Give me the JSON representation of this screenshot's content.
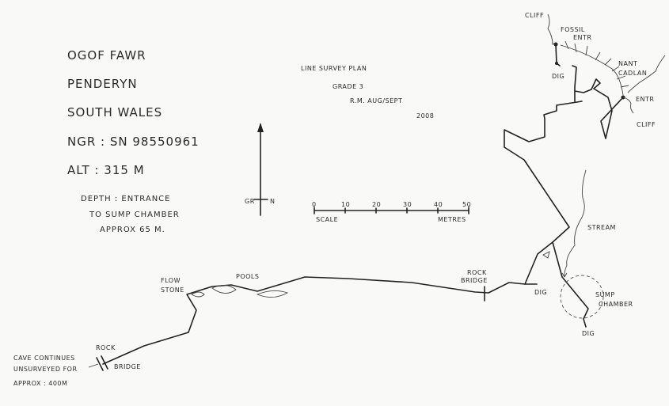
{
  "title_block": {
    "name": "Ogof Fawr",
    "location": "Penderyn",
    "region": "South Wales",
    "ngr": "NGR : SN 98550961",
    "alt": "Alt : 315 m",
    "depth_1": "Depth : Entrance",
    "depth_2": "to Sump Chamber",
    "depth_3": "approx 65 m."
  },
  "survey_info": {
    "line1": "Line Survey Plan",
    "line2": "Grade 3",
    "line3": "R.M. Aug/Sept",
    "line4": "2008"
  },
  "north": {
    "gr": "GR",
    "n": "N"
  },
  "scale": {
    "ticks": [
      "0",
      "10",
      "20",
      "30",
      "40",
      "50"
    ],
    "left_label": "Scale",
    "right_label": "Metres"
  },
  "labels": {
    "cliff_top": "Cliff",
    "fossil": "Fossil",
    "fossil_entr": "Entr",
    "dig_top": "Dig",
    "nant": "Nant",
    "cadlan": "Cadlan",
    "entr": "Entr",
    "cliff_right": "Cliff",
    "stream": "Stream",
    "sump": "Sump",
    "chamber": "Chamber",
    "dig_bottom": "Dig",
    "dig_mid": "Dig",
    "rock_bridge_1": "Rock",
    "rock_bridge_2": "Bridge",
    "pools": "Pools",
    "flow": "Flow",
    "stone": "Stone",
    "rock_left": "Rock",
    "bridge_left": "Bridge",
    "continues_1": "Cave continues",
    "continues_2": "unsurveyed for",
    "continues_3": "approx : 400m"
  }
}
